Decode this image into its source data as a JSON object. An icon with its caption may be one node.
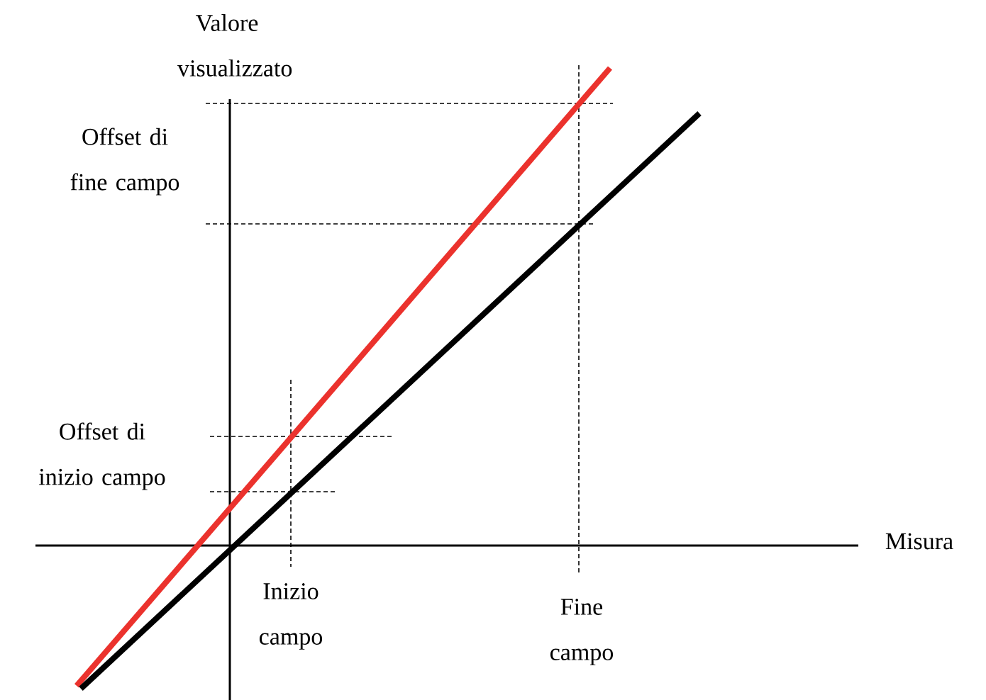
{
  "diagram": {
    "labels": [
      "Valore visualizzato",
      "Offset di fine campo",
      "Offset di inizio campo",
      "Misura",
      "Inizio campo",
      "Fine campo"
    ]
  }
}
